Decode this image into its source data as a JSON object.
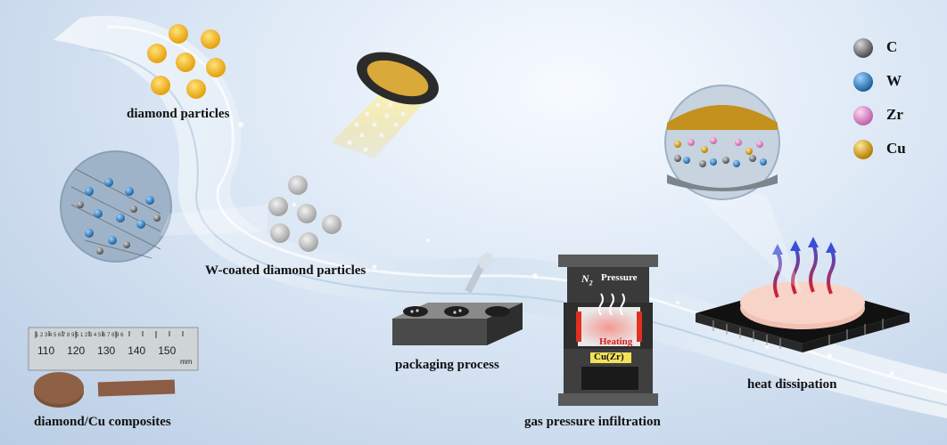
{
  "labels": {
    "diamond_particles": "diamond particles",
    "w_coated": "W-coated diamond particles",
    "packaging": "packaging process",
    "composites": "diamond/Cu composites",
    "infiltration": "gas pressure infiltration",
    "heat": "heat dissipation"
  },
  "furnace": {
    "gas": "N",
    "gas_sub": "2",
    "pressure": "Pressure",
    "heating": "Heating",
    "melt": "Cu(Zr)"
  },
  "ruler": {
    "ticks": [
      "110",
      "120",
      "130",
      "140",
      "150"
    ],
    "unit": "mm",
    "scale_small": "1 2 3 4 5 6 7 8 9  5  1 2 3 4 5 6 7 8 9  6"
  },
  "legend": [
    {
      "symbol": "C",
      "color": "#6e6e6e"
    },
    {
      "symbol": "W",
      "color": "#2a7fc4"
    },
    {
      "symbol": "Zr",
      "color": "#e58fd0"
    },
    {
      "symbol": "Cu",
      "color": "#e0a21a"
    }
  ]
}
